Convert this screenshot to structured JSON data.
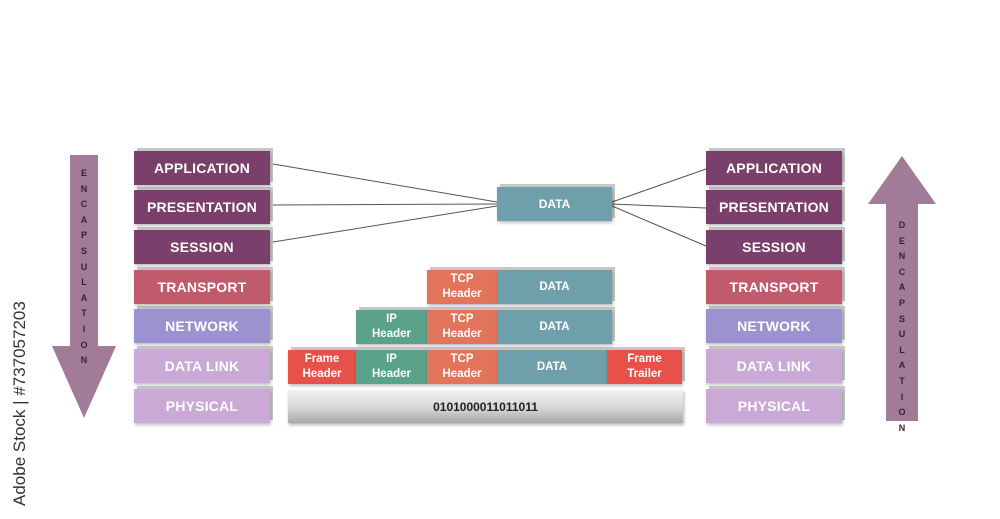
{
  "layers": [
    "APPLICATION",
    "PRESENTATION",
    "SESSION",
    "TRANSPORT",
    "NETWORK",
    "DATA LINK",
    "PHYSICAL"
  ],
  "layer_colors": [
    "#7a3f6b",
    "#7a3f6b",
    "#7a3f6b",
    "#c05a6c",
    "#9b92cf",
    "#cba9d6",
    "#cba9d6"
  ],
  "left_label": "ENCAPSULATION",
  "right_label": "DENCAPSULATION",
  "arrow_color": "#a27b98",
  "data_block": "DATA",
  "transport_row": {
    "tcp": "TCP Header",
    "data": "DATA"
  },
  "network_row": {
    "ip": "IP Header",
    "tcp": "TCP Header",
    "data": "DATA"
  },
  "datalink_row": {
    "frame_header": "Frame Header",
    "ip": "IP Header",
    "tcp": "TCP Header",
    "data": "DATA",
    "frame_trailer": "Frame Trailer"
  },
  "bits": "0101000011011011",
  "colors": {
    "data": "#6f9fab",
    "tcp": "#e1745a",
    "ip": "#5aa28a",
    "frame": "#e8504a"
  },
  "watermark": "Adobe Stock | #737057203"
}
